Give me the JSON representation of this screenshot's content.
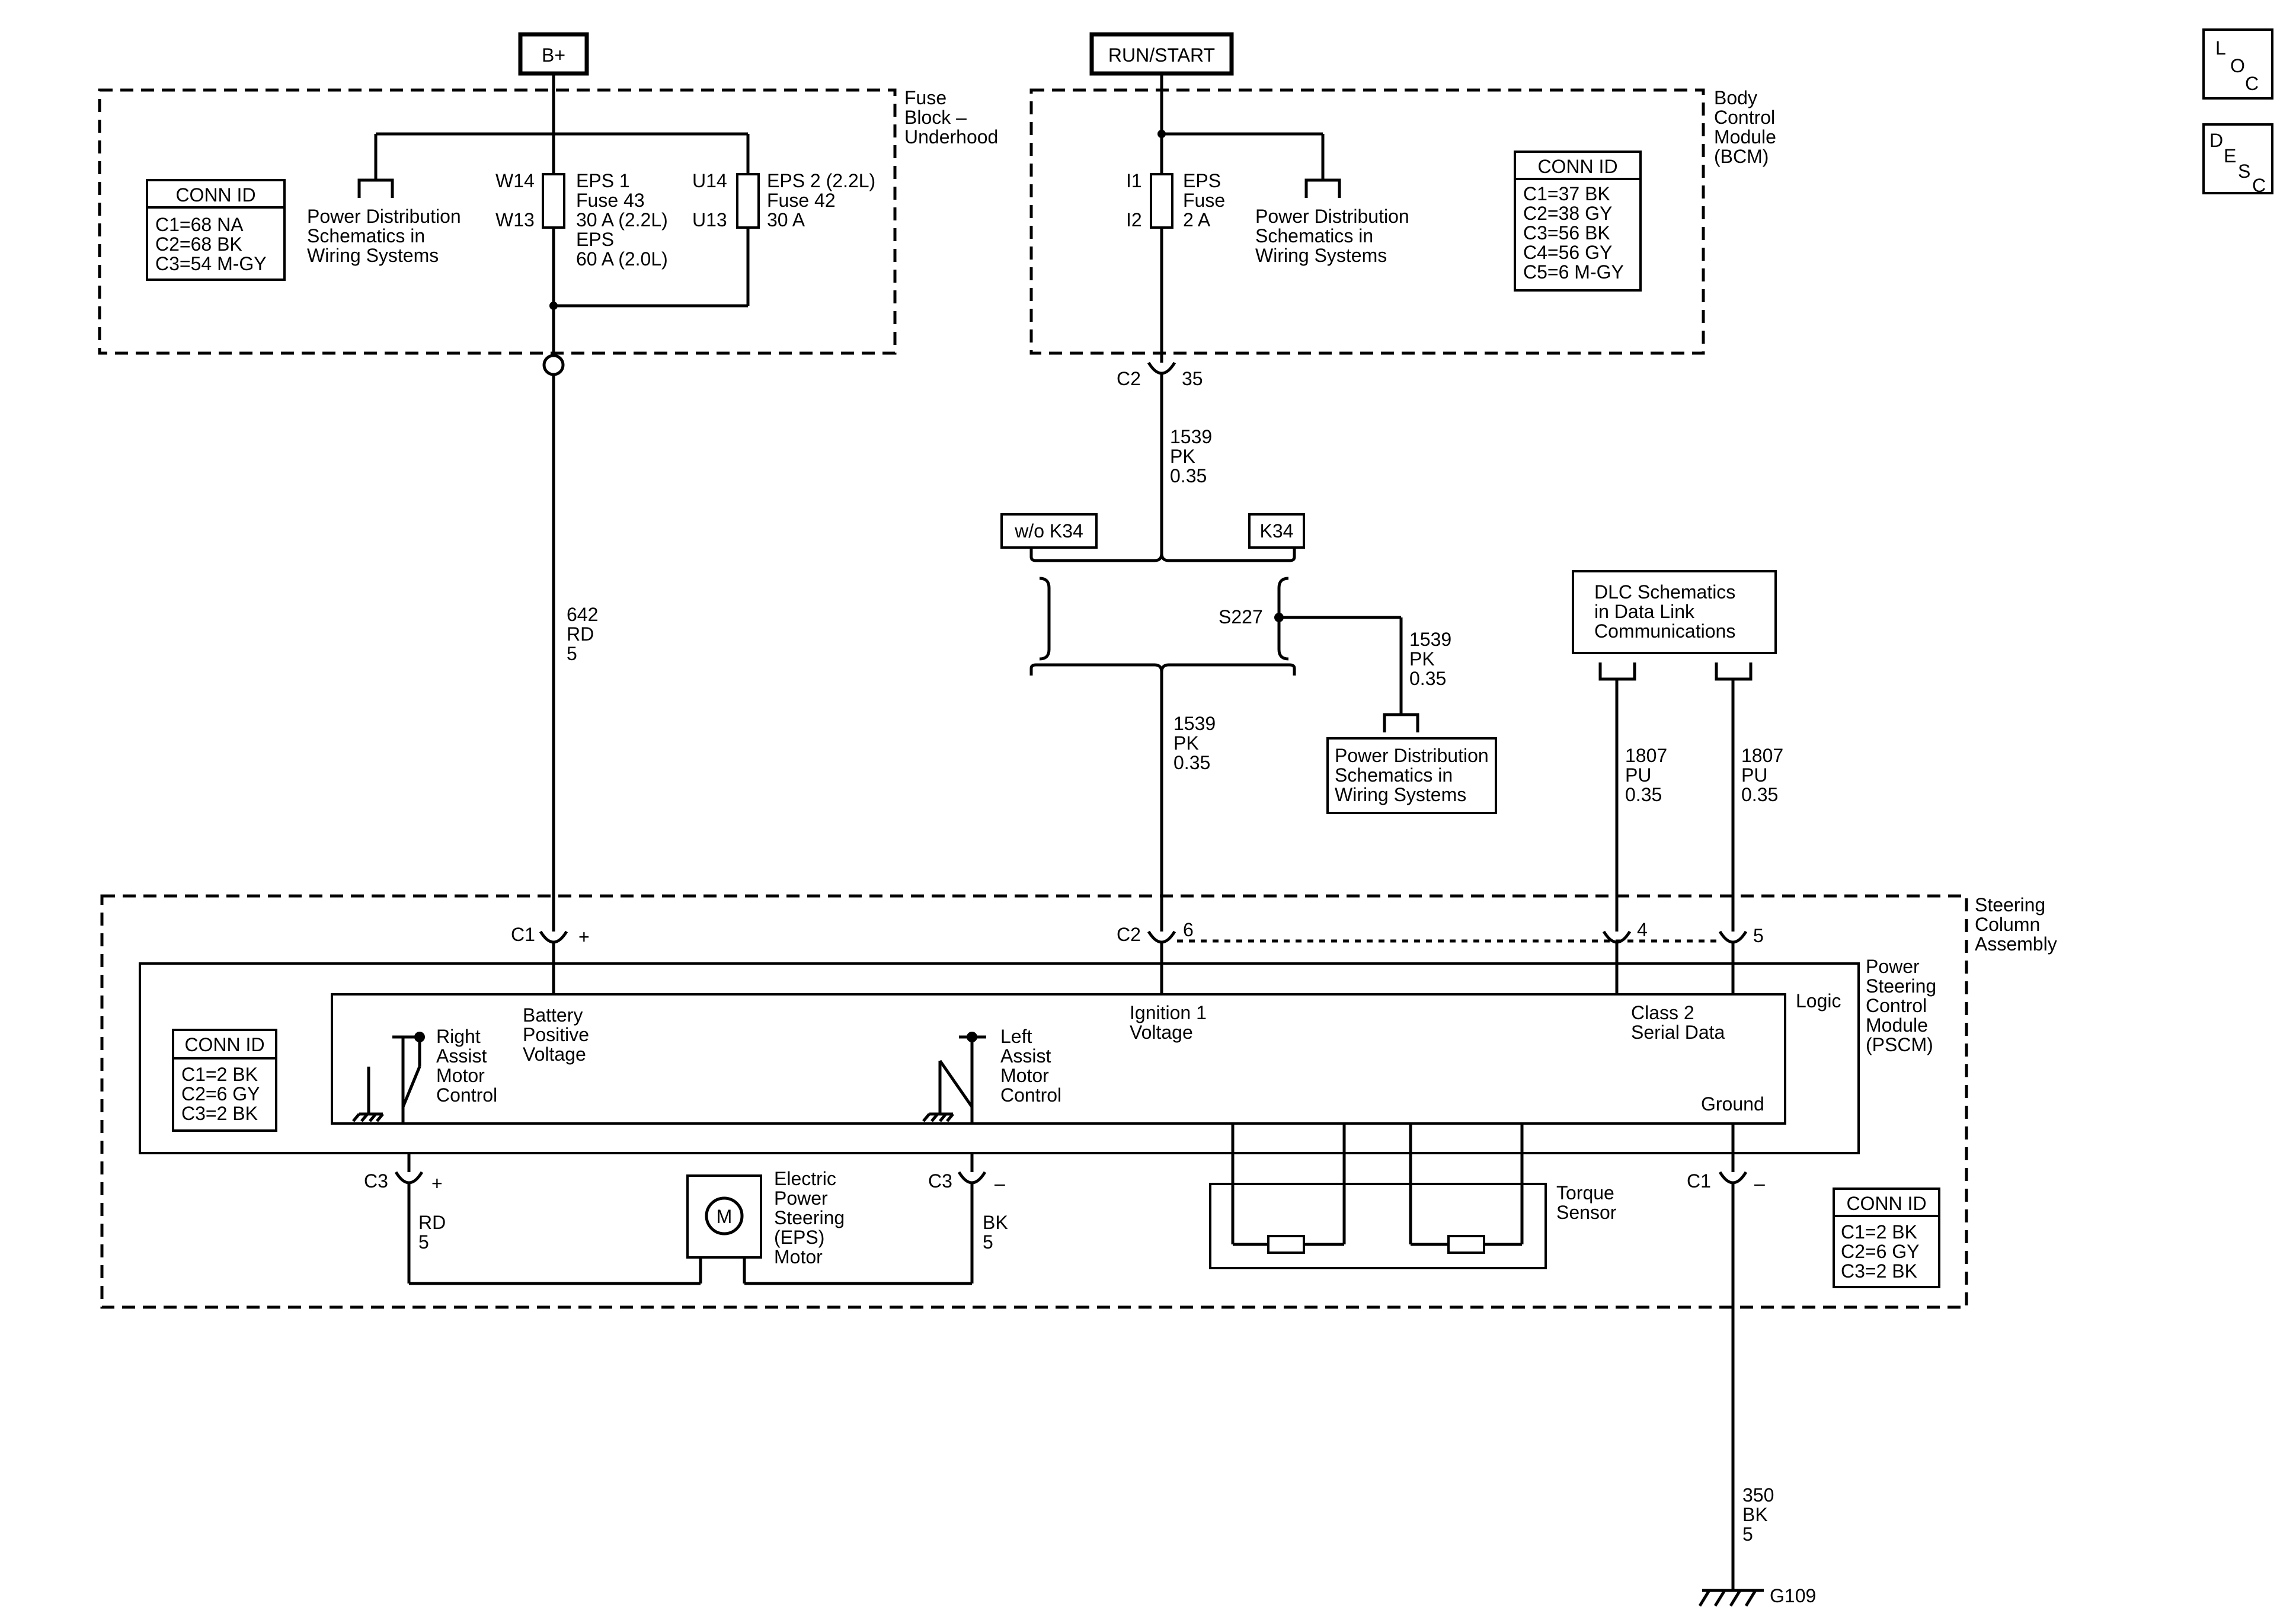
{
  "sources": {
    "battery": "B+",
    "ignition": "RUN/START"
  },
  "legend_icons": {
    "loc": [
      "L",
      "O",
      "C"
    ],
    "desc": [
      "D",
      "E",
      "S",
      "C"
    ]
  },
  "fuse_block": {
    "title": [
      "Fuse",
      "Block –",
      "Underhood"
    ],
    "conn_id": {
      "header": "CONN ID",
      "lines": [
        "C1=68 NA",
        "C2=68 BK",
        "C3=54 M-GY"
      ]
    },
    "power_dist": [
      "Power Distribution",
      "Schematics in",
      "Wiring Systems"
    ],
    "fuse_eps1": {
      "pin_top": "W14",
      "pin_bottom": "W13",
      "lines": [
        "EPS 1",
        "Fuse 43",
        "30 A (2.2L)",
        "EPS",
        "60 A (2.0L)"
      ]
    },
    "fuse_eps2": {
      "pin_top": "U14",
      "pin_bottom": "U13",
      "lines": [
        "EPS 2 (2.2L)",
        "Fuse 42",
        "30 A"
      ]
    }
  },
  "bcm": {
    "title": [
      "Body",
      "Control",
      "Module",
      "(BCM)"
    ],
    "fuse": {
      "pin_top": "I1",
      "pin_bottom": "I2",
      "lines": [
        "EPS",
        "Fuse",
        "2 A"
      ]
    },
    "power_dist": [
      "Power Distribution",
      "Schematics in",
      "Wiring Systems"
    ],
    "conn_id": {
      "header": "CONN ID",
      "lines": [
        "C1=37 BK",
        "C2=38 GY",
        "C3=56 BK",
        "C4=56 GY",
        "C5=6 M-GY"
      ]
    },
    "connector": {
      "name": "C2",
      "pin": "35"
    }
  },
  "wires": {
    "bat_feed": [
      "642",
      "RD",
      "5"
    ],
    "ign_upper": [
      "1539",
      "PK",
      "0.35"
    ],
    "splice_branch": [
      "1539",
      "PK",
      "0.35"
    ],
    "ign_lower": [
      "1539",
      "PK",
      "0.35"
    ],
    "dlc_left": [
      "1807",
      "PU",
      "0.35"
    ],
    "dlc_right": [
      "1807",
      "PU",
      "0.35"
    ],
    "motor_pos": [
      "RD",
      "5"
    ],
    "motor_neg": [
      "BK",
      "5"
    ],
    "ground": [
      "350",
      "BK",
      "5"
    ]
  },
  "options": {
    "without": "w/o K34",
    "with": "K34",
    "splice": "S227"
  },
  "power_dist_ref": [
    "Power Distribution",
    "Schematics in",
    "Wiring Systems"
  ],
  "dlc_ref": [
    "DLC Schematics",
    "in Data Link",
    "Communications"
  ],
  "steering_column": {
    "title": [
      "Steering",
      "Column",
      "Assembly"
    ],
    "connectors": {
      "bat": {
        "name": "C1",
        "pin": "+"
      },
      "ign": {
        "name": "C2",
        "pin": "6"
      },
      "dlc_a": {
        "pin": "4"
      },
      "dlc_b": {
        "pin": "5"
      },
      "motor_pos": {
        "name": "C3",
        "pin": "+"
      },
      "motor_neg": {
        "name": "C3",
        "pin": "–"
      },
      "ground": {
        "name": "C1",
        "pin": "–"
      }
    },
    "pscm_title": [
      "Power",
      "Steering",
      "Control",
      "Module",
      "(PSCM)"
    ],
    "logic": "Logic",
    "battery_voltage": [
      "Battery",
      "Positive",
      "Voltage"
    ],
    "ignition_voltage": [
      "Ignition 1",
      "Voltage"
    ],
    "serial_data": [
      "Class 2",
      "Serial Data"
    ],
    "ground_label": "Ground",
    "right_assist": [
      "Right",
      "Assist",
      "Motor",
      "Control"
    ],
    "left_assist": [
      "Left",
      "Assist",
      "Motor",
      "Control"
    ],
    "conn_id_left": {
      "header": "CONN ID",
      "lines": [
        "C1=2 BK",
        "C2=6 GY",
        "C3=2 BK"
      ]
    },
    "conn_id_right": {
      "header": "CONN ID",
      "lines": [
        "C1=2 BK",
        "C2=6 GY",
        "C3=2 BK"
      ]
    },
    "motor": {
      "symbol": "M",
      "lines": [
        "Electric",
        "Power",
        "Steering",
        "(EPS)",
        "Motor"
      ]
    },
    "torque_sensor": [
      "Torque",
      "Sensor"
    ]
  },
  "ground_point": "G109"
}
